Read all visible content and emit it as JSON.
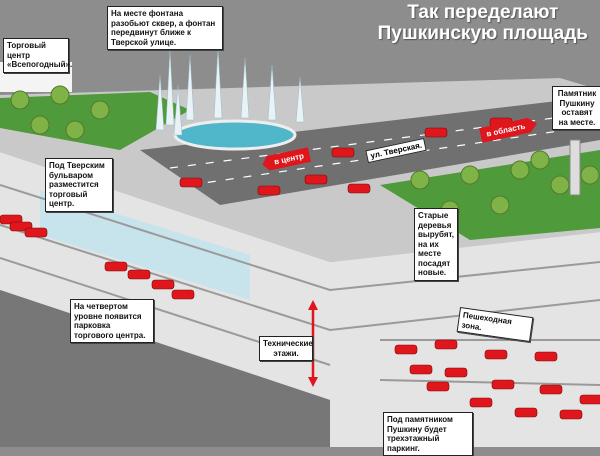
{
  "title": {
    "line1": "Так переделают",
    "line2": "Пушкинскую площадь"
  },
  "callouts": {
    "mall_vsepogodny": "Торговый центр «Всепогодный».",
    "fountain": "На месте фонтана разобьют сквер, а фонтан передвинут ближе к Тверской улице.",
    "tverskoy_mall": "Под Тверским бульваром разместится торговый центр.",
    "fourth_level": "На четвертом уровне появится парковка торгового центра.",
    "tech_floors": "Технические этажи.",
    "pedestrian": "Пешеходная зона.",
    "pushkin_parking": "Под памятником Пушкину будет трехэтажный паркинг.",
    "old_trees": "Старые деревья вырубят, на их месте посадят новые.",
    "monument": "Памятник Пушкину оставят на месте."
  },
  "road": {
    "to_center": "в центр",
    "to_region": "в область",
    "street": "ул. Тверская."
  },
  "colors": {
    "accent": "#e0161d",
    "lawn": "#4f9a3a",
    "background": "#8d8d8d"
  }
}
